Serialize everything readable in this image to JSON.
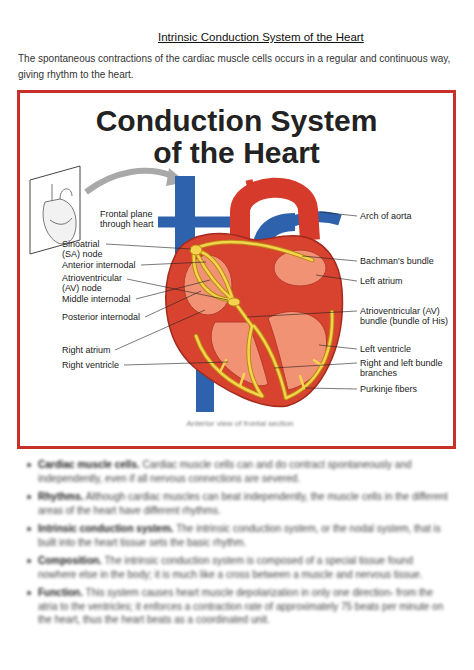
{
  "diagram": {
    "title": "Intrinsic Conduction System of the Heart",
    "caption": "Anterior view of frontal section",
    "nodes": [
      {
        "text": [
          "Conduction System of the Heart"
        ]
      }
    ],
    "labels": [
      "The spontaneous contractions of the cardiac muscle cells occurs in a regular and continuous way, giving rhythm to the heart.",
      "Frontal plane through heart",
      "Sinoatrial (SA) node",
      "Anterior internodal",
      "Atrioventricular (AV) node",
      "Middle internodal",
      "Posterior internodal",
      "Right atrium",
      "Right ventricle",
      "Arch of aorta",
      "Bachman's bundle",
      "Left atrium",
      "Atrioventricular (AV) bundle (bundle of His)",
      "Left ventricle",
      "Right and left bundle branches",
      "Purkinje fibers",
      "Cardiac muscle cells.",
      "Cardiac muscle cells can and do contract spontaneously and independently, even if all nervous connections are severed.",
      "Rhythms.",
      "Although cardiac muscles can beat independently, the muscle cells in the different areas of the heart have different rhythms.",
      "Intrinsic conduction system.",
      "The intrinsic conduction system, or the nodal system, that is built into the heart tissue sets the basic rhythm.",
      "Composition.",
      "The intrinsic conduction system is composed of a special tissue found nowhere else in the body; it is much like a cross between a muscle and nervous tissue.",
      "Function.",
      "This system causes heart muscle depolarization in only one direction- from the atria to the ventricles; it enforces a contraction rate of approximately 75 beats per minute on the heart, thus the heart beats as a coordinated unit."
    ]
  }
}
